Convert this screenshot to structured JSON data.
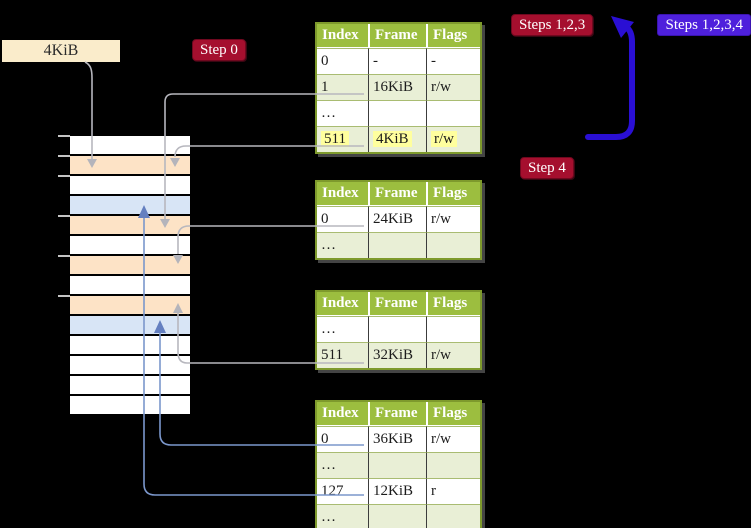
{
  "legend_box": {
    "label": "4KiB"
  },
  "step_labels": {
    "step0": "Step 0",
    "steps123": "Steps 1,2,3",
    "steps1234": "Steps 1,2,3,4",
    "step4": "Step 4"
  },
  "colors": {
    "background": "#000000",
    "table_header_green": "#9cbe3f",
    "table_alt_row_green": "#e9efd6",
    "highlight_yellow": "#ffff9e",
    "page_orange": "#fde3c6",
    "page_blue": "#d8e5f6",
    "legend_cream": "#faeccb",
    "label_red": "#a50f2e",
    "label_blue": "#4e20dc",
    "loop_arrow_blue": "#2a0fd4",
    "connector_gray": "#b7b7be",
    "connector_blue": "#7b97cc"
  },
  "memory": {
    "rows": [
      {
        "color": "#ffffff"
      },
      {
        "color": "#fde3c6"
      },
      {
        "color": "#ffffff"
      },
      {
        "color": "#d8e5f6"
      },
      {
        "color": "#fde3c6"
      },
      {
        "color": "#ffffff"
      },
      {
        "color": "#fde3c6"
      },
      {
        "color": "#ffffff"
      },
      {
        "color": "#fde3c6"
      },
      {
        "color": "#d8e5f6"
      },
      {
        "color": "#ffffff"
      },
      {
        "color": "#ffffff"
      },
      {
        "color": "#ffffff"
      },
      {
        "color": "#ffffff"
      }
    ]
  },
  "tables": [
    {
      "headers": [
        "Index",
        "Frame",
        "Flags"
      ],
      "rows": [
        {
          "cells": [
            "0",
            "-",
            "-"
          ]
        },
        {
          "cells": [
            "1",
            "16KiB",
            "r/w"
          ]
        },
        {
          "cells": [
            "…",
            "",
            ""
          ]
        },
        {
          "cells": [
            "511",
            "4KiB",
            "r/w"
          ],
          "highlighted": true
        }
      ]
    },
    {
      "headers": [
        "Index",
        "Frame",
        "Flags"
      ],
      "rows": [
        {
          "cells": [
            "0",
            "24KiB",
            "r/w"
          ]
        },
        {
          "cells": [
            "…",
            "",
            ""
          ]
        }
      ]
    },
    {
      "headers": [
        "Index",
        "Frame",
        "Flags"
      ],
      "rows": [
        {
          "cells": [
            "…",
            "",
            ""
          ]
        },
        {
          "cells": [
            "511",
            "32KiB",
            "r/w"
          ]
        }
      ]
    },
    {
      "headers": [
        "Index",
        "Frame",
        "Flags"
      ],
      "rows": [
        {
          "cells": [
            "0",
            "36KiB",
            "r/w"
          ]
        },
        {
          "cells": [
            "…",
            "",
            ""
          ]
        },
        {
          "cells": [
            "127",
            "12KiB",
            "r"
          ]
        },
        {
          "cells": [
            "…",
            "",
            ""
          ]
        }
      ]
    }
  ]
}
